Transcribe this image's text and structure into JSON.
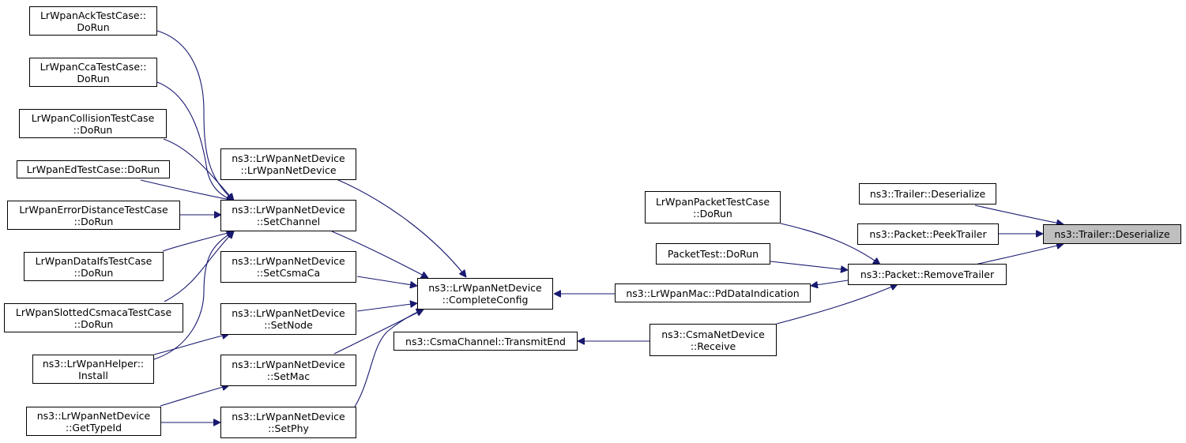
{
  "colors": {
    "edge": "#191970",
    "focus_fill": "#bfbfbf",
    "node_border": "#000000"
  },
  "nodes": {
    "ack": [
      "LrWpanAckTestCase::",
      "DoRun"
    ],
    "cca": [
      "LrWpanCcaTestCase::",
      "DoRun"
    ],
    "collision": [
      "LrWpanCollisionTestCase",
      "::DoRun"
    ],
    "ed": [
      "LrWpanEdTestCase::DoRun"
    ],
    "errdist": [
      "LrWpanErrorDistanceTestCase",
      "::DoRun"
    ],
    "dataifs": [
      "LrWpanDataIfsTestCase",
      "::DoRun"
    ],
    "slotted": [
      "LrWpanSlottedCsmacaTestCase",
      "::DoRun"
    ],
    "helper": [
      "ns3::LrWpanHelper::",
      "Install"
    ],
    "typeid": [
      "ns3::LrWpanNetDevice",
      "::GetTypeId"
    ],
    "ctor": [
      "ns3::LrWpanNetDevice",
      "::LrWpanNetDevice"
    ],
    "setchannel": [
      "ns3::LrWpanNetDevice",
      "::SetChannel"
    ],
    "setcsmaca": [
      "ns3::LrWpanNetDevice",
      "::SetCsmaCa"
    ],
    "setnode": [
      "ns3::LrWpanNetDevice",
      "::SetNode"
    ],
    "setmac": [
      "ns3::LrWpanNetDevice",
      "::SetMac"
    ],
    "setphy": [
      "ns3::LrWpanNetDevice",
      "::SetPhy"
    ],
    "completeconfig": [
      "ns3::LrWpanNetDevice",
      "::CompleteConfig"
    ],
    "transmitend": [
      "ns3::CsmaChannel::TransmitEnd"
    ],
    "pddata": [
      "ns3::LrWpanMac::PdDataIndication"
    ],
    "csmarecv": [
      "ns3::CsmaNetDevice",
      "::Receive"
    ],
    "packettestcase": [
      "LrWpanPacketTestCase",
      "::DoRun"
    ],
    "packettest": [
      "PacketTest::DoRun"
    ],
    "removetrailer": [
      "ns3::Packet::RemoveTrailer"
    ],
    "trailerdeser": [
      "ns3::Trailer::Deserialize"
    ],
    "peektrailer": [
      "ns3::Packet::PeekTrailer"
    ],
    "focus": [
      "ns3::Trailer::Deserialize"
    ]
  }
}
